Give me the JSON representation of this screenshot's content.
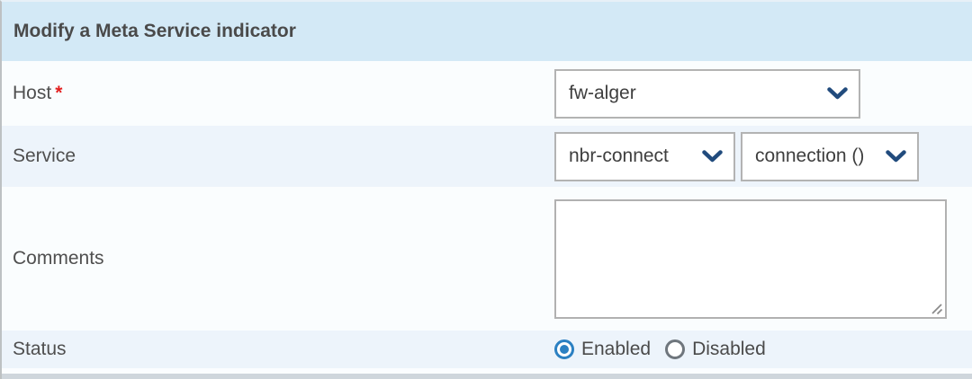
{
  "header": {
    "title": "Modify a Meta Service indicator"
  },
  "host": {
    "label": "Host",
    "required_marker": "*",
    "selected_value": "fw-alger"
  },
  "service": {
    "label": "Service",
    "selected_service": "nbr-connect",
    "selected_metric": "connection ()"
  },
  "comments": {
    "label": "Comments",
    "value": "",
    "placeholder": ""
  },
  "status": {
    "label": "Status",
    "enabled": {
      "label": "Enabled",
      "selected": true
    },
    "disabled": {
      "label": "Disabled",
      "selected": false
    }
  },
  "icons": {
    "dropdown": "chevron-down-icon",
    "resize": "resize-grip-icon"
  },
  "colors": {
    "header_bg": "#d3e9f6",
    "row_light": "#fafdfe",
    "row_shaded": "#edf4fb",
    "select_border": "#b3b3b3",
    "chevron_blue": "#214b7d",
    "radio_blue": "#2b80c2",
    "radio_gray": "#6f767d",
    "required_red": "#e32020",
    "text_gray": "#4f4f4f",
    "bottom_bar_gray": "#cfd6dc"
  }
}
